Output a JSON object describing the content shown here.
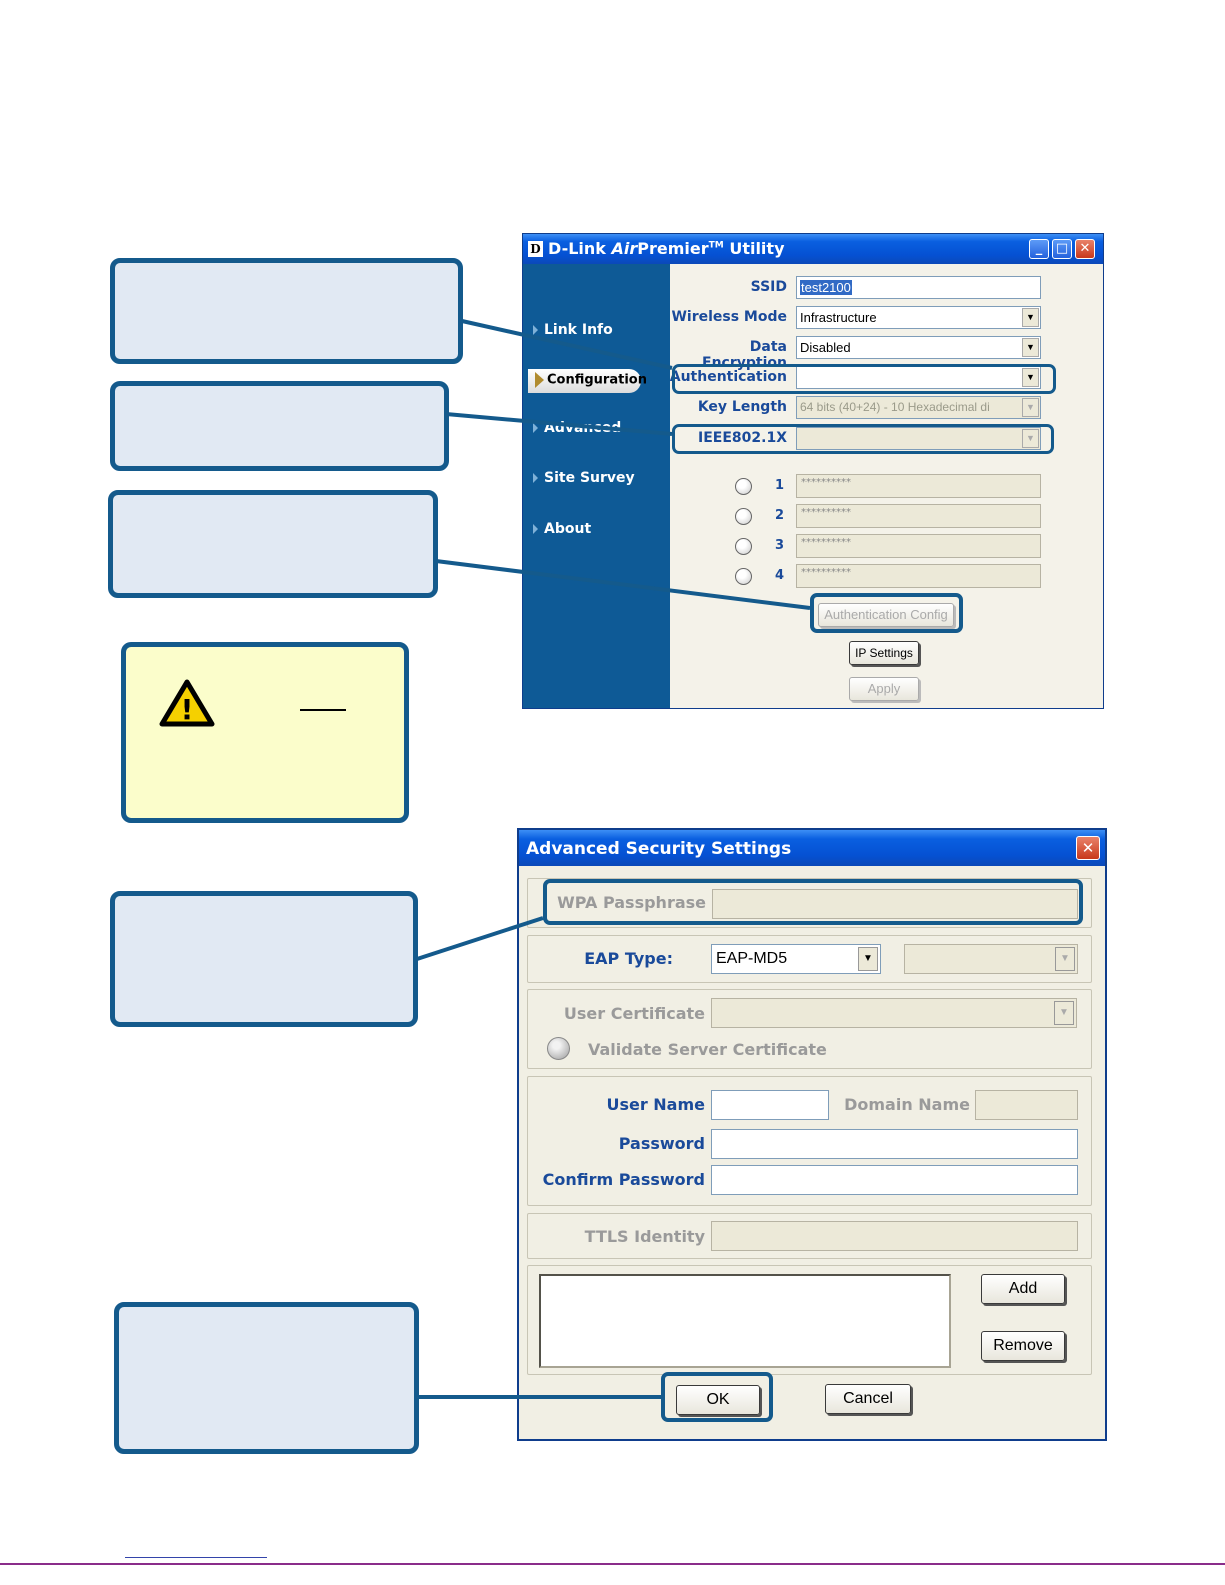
{
  "utility": {
    "logo": "D",
    "title_prefix": "D-Link ",
    "title_italic": "Air",
    "title_mid": "Premier",
    "title_tm": "TM",
    "title_suffix": " Utility",
    "controls": {
      "minimize": "_",
      "maximize": "□",
      "close": "✕"
    },
    "nav": [
      {
        "label": "Link Info"
      },
      {
        "label": "Configuration",
        "active": true
      },
      {
        "label": "Advanced"
      },
      {
        "label": "Site Survey"
      },
      {
        "label": "About"
      }
    ],
    "fields": {
      "ssid": {
        "label": "SSID",
        "value": "test2100"
      },
      "wireless_mode": {
        "label": "Wireless Mode",
        "value": "Infrastructure"
      },
      "data_encryption": {
        "label": "Data Encryption",
        "value": "Disabled"
      },
      "authentication": {
        "label": "Authentication",
        "value": ""
      },
      "key_length": {
        "label": "Key Length",
        "value": "64 bits (40+24) - 10 Hexadecimal di"
      },
      "ieee8021x": {
        "label": "IEEE802.1X",
        "value": ""
      }
    },
    "keys": [
      {
        "num": "1",
        "value": "**********"
      },
      {
        "num": "2",
        "value": "**********"
      },
      {
        "num": "3",
        "value": "**********"
      },
      {
        "num": "4",
        "value": "**********"
      }
    ],
    "buttons": {
      "auth_config": "Authentication Config",
      "ip_settings": "IP Settings",
      "apply": "Apply"
    }
  },
  "advanced_security": {
    "title": "Advanced Security Settings",
    "close": "✕",
    "wpa_passphrase": {
      "label": "WPA Passphrase",
      "value": ""
    },
    "eap_type": {
      "label": "EAP Type:",
      "value": "EAP-MD5",
      "secondary_value": ""
    },
    "user_certificate": {
      "label": "User Certificate",
      "value": ""
    },
    "validate_server_certificate": "Validate Server Certificate",
    "user_name": {
      "label": "User Name",
      "value": ""
    },
    "domain_name": {
      "label": "Domain Name",
      "value": ""
    },
    "password": {
      "label": "Password",
      "value": ""
    },
    "confirm_password": {
      "label": "Confirm Password",
      "value": ""
    },
    "ttls_identity": {
      "label": "TTLS Identity",
      "value": ""
    },
    "buttons": {
      "add": "Add",
      "remove": "Remove",
      "ok": "OK",
      "cancel": "Cancel"
    }
  },
  "warning": {
    "icon": "warning-icon",
    "symbol": "!"
  },
  "colors": {
    "callout_border": "#145a8c",
    "callout_fill": "#e1e9f3",
    "warning_fill": "#fbfdcb",
    "xp_title_blue": "#0551d3"
  }
}
